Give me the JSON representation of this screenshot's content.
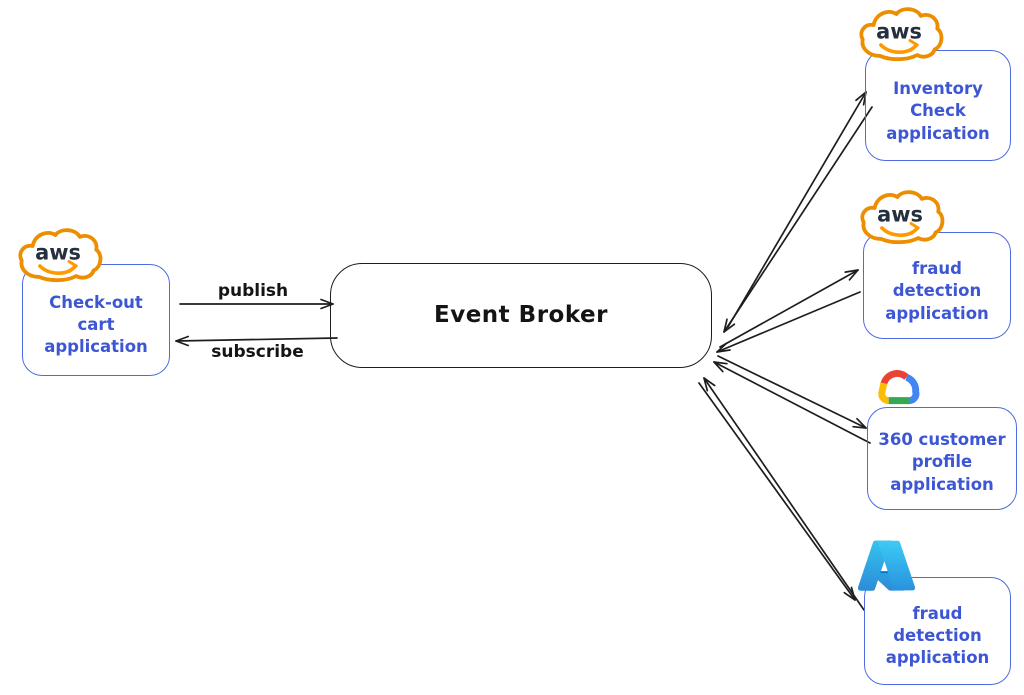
{
  "broker": {
    "label": "Event Broker"
  },
  "labels": {
    "publish": "publish",
    "subscribe": "subscribe"
  },
  "aws_logo_text": "aws",
  "apps": {
    "checkout": {
      "label": "Check-out\ncart\napplication",
      "provider": "aws"
    },
    "inventory": {
      "label": "Inventory\nCheck\napplication",
      "provider": "aws"
    },
    "fraud_aws": {
      "label": "fraud\ndetection\napplication",
      "provider": "aws"
    },
    "customer360": {
      "label": "360 customer\nprofile\napplication",
      "provider": "gcp"
    },
    "fraud_azure": {
      "label": "fraud\ndetection\napplication",
      "provider": "azure"
    }
  },
  "connections": [
    {
      "from": "Check-out cart application",
      "to": "Event Broker",
      "label": "publish"
    },
    {
      "from": "Event Broker",
      "to": "Check-out cart application",
      "label": "subscribe"
    },
    {
      "from": "Event Broker",
      "to": "Inventory Check application",
      "bidirectional": true
    },
    {
      "from": "Event Broker",
      "to": "fraud detection application (AWS)",
      "bidirectional": true
    },
    {
      "from": "Event Broker",
      "to": "360 customer profile application",
      "bidirectional": true
    },
    {
      "from": "Event Broker",
      "to": "fraud detection application (Azure)",
      "bidirectional": true
    }
  ],
  "colors": {
    "background": "#ffffff",
    "app_border": "#4e6be0",
    "app_text": "#3d56d4",
    "broker_border": "#1e1e1e",
    "arrow": "#1e1e1e",
    "aws_orange": "#ed8e00",
    "aws_smile": "#ff9900",
    "aws_text": "#252f3e",
    "gcp_red": "#ea4335",
    "gcp_blue": "#4285f4",
    "gcp_green": "#34a853",
    "gcp_yellow": "#fbbc05",
    "azure_light": "#3ccbf4",
    "azure_dark": "#114a8b"
  }
}
